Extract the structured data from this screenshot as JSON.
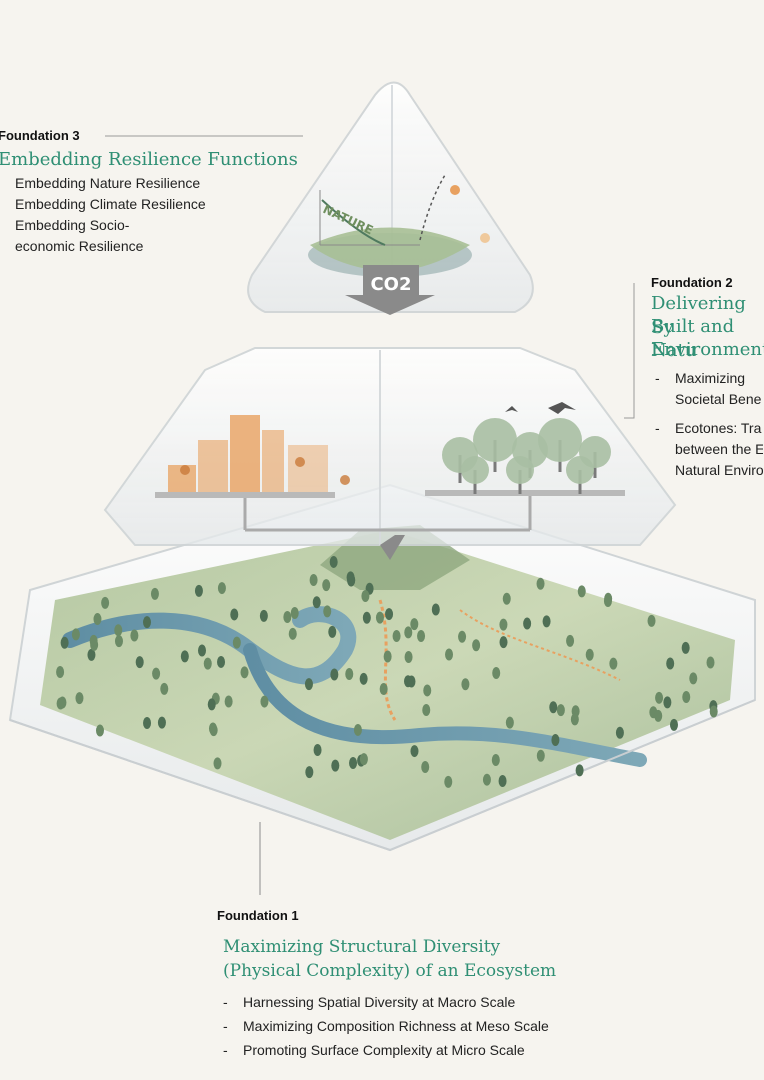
{
  "foundation3": {
    "heading": "Foundation 3",
    "title": "Embedding Resilience Functions",
    "items": [
      "Embedding Nature Resilience",
      "Embedding Climate Resilience",
      "Embedding Socio-economic Resilience"
    ]
  },
  "foundation2": {
    "heading": "Foundation 2",
    "title_line1": "Delivering Sy",
    "title_line2": "Built and Natu",
    "title_line3": "Environment",
    "items": [
      "Maximizing Societal Bene",
      "Ecotones: Tra between the E Natural Enviro"
    ]
  },
  "foundation1": {
    "heading": "Foundation 1",
    "title_line1": "Maximizing Structural Diversity",
    "title_line2": "(Physical Complexity) of an Ecosystem",
    "items": [
      "Harnessing Spatial Diversity at Macro Scale",
      "Maximizing Composition Richness at Meso Scale",
      "Promoting Surface Complexity at Micro Scale"
    ]
  },
  "illustration": {
    "nature_label": "NATURE",
    "co2_label": "CO2"
  },
  "colors": {
    "accent_green": "#2f8f74",
    "background": "#f6f4ef",
    "urban_orange": "#e8a160",
    "tree_green": "#7f9c7c"
  }
}
